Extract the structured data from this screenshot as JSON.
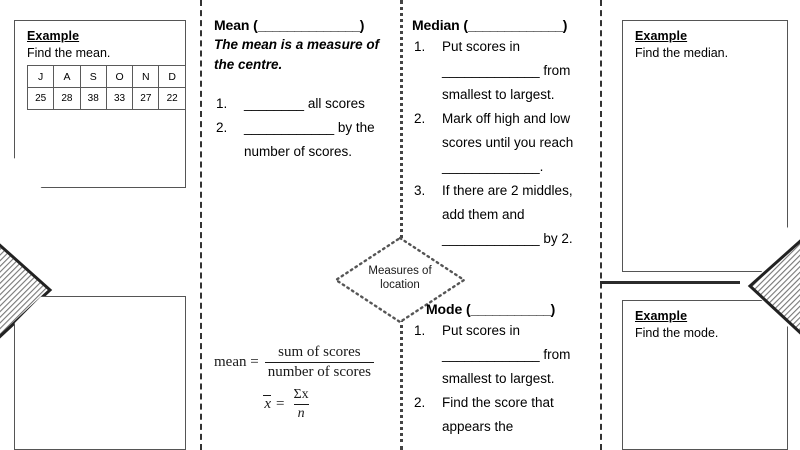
{
  "worksheet": {
    "center_node": {
      "label_line1": "Measures of",
      "label_line2": "location"
    },
    "columns": {
      "mean": {
        "heading_prefix": "Mean (",
        "heading_blank": "______________",
        "heading_suffix": ")",
        "definition": "The mean is a measure of the centre.",
        "steps": [
          {
            "num": "1.",
            "text_before": "________",
            "text_after": " all scores",
            "blank": "________"
          },
          {
            "num": "2.",
            "text_before": "____________",
            "text_after": " by the number of scores.",
            "blank": "____________"
          }
        ],
        "step1_full": "________ all scores",
        "step2_full": "____________ by the number of scores.",
        "formula": {
          "lhs": "mean =",
          "numerator": "sum of scores",
          "denominator": "number of scores",
          "symbol_lhs": "x",
          "symbol_equals": "=",
          "symbol_numerator": "Σx",
          "symbol_denominator": "n"
        }
      },
      "median": {
        "heading_prefix": "Median (",
        "heading_blank": "_____________",
        "heading_suffix": ")",
        "steps": [
          {
            "num": "1.",
            "text": "Put scores in _____________ from smallest to largest."
          },
          {
            "num": "2.",
            "text": "Mark off high and low scores until you reach _____________."
          },
          {
            "num": "3.",
            "text": "If there are 2 middles, add them and _____________ by 2."
          }
        ]
      },
      "mode": {
        "heading_prefix": "Mode (",
        "heading_blank": "___________",
        "heading_suffix": ")",
        "steps": [
          {
            "num": "1.",
            "text": "Put scores in _____________ from smallest to largest."
          },
          {
            "num": "2.",
            "text": "Find the score that appears the"
          }
        ]
      }
    },
    "examples": {
      "mean": {
        "title": "Example",
        "prompt": "Find the mean.",
        "table": {
          "headers": [
            "J",
            "A",
            "S",
            "O",
            "N",
            "D"
          ],
          "values": [
            "25",
            "28",
            "38",
            "33",
            "27",
            "22"
          ]
        }
      },
      "median": {
        "title": "Example",
        "prompt": "Find the median."
      },
      "mode": {
        "title": "Example",
        "prompt": "Find the mode."
      }
    },
    "colors": {
      "ink": "#000000",
      "box_border": "#555555",
      "divider": "#333333",
      "hatch": "#8a8a8a"
    }
  }
}
